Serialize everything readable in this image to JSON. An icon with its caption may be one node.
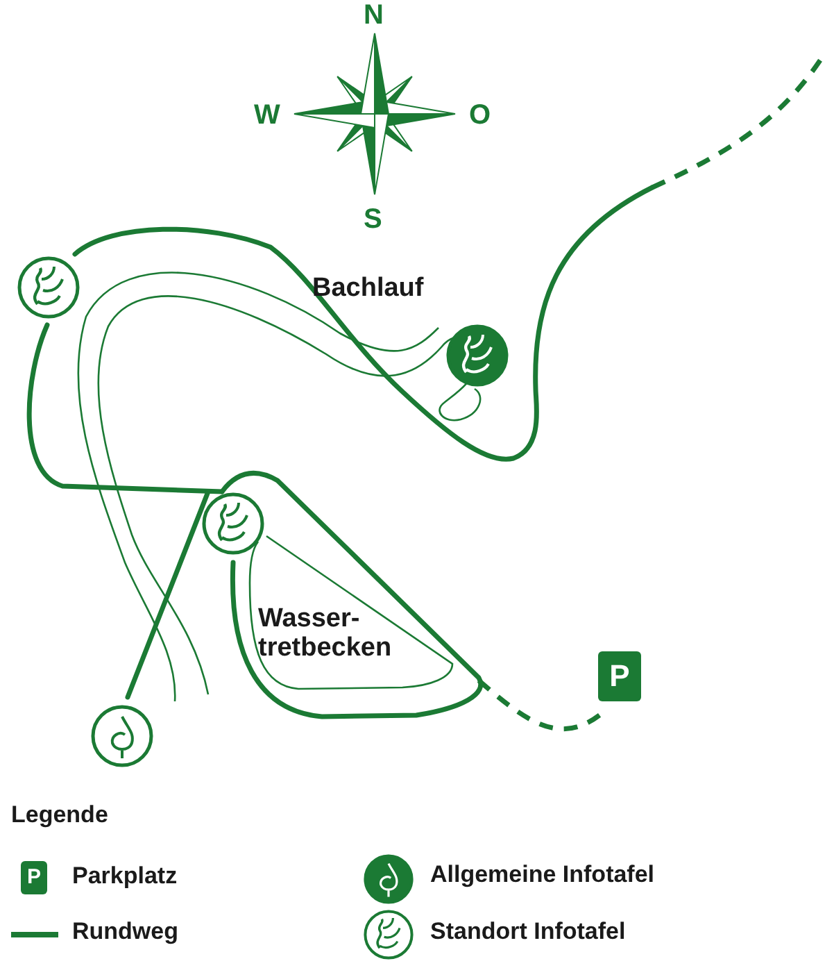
{
  "diagram": {
    "labels": [
      "N",
      "W",
      "O",
      "S",
      "Bachlauf",
      "Wasser- tretbecken",
      "P",
      "Legende",
      "P"
    ],
    "legend": [
      {
        "text": "Parkplatz"
      },
      {
        "text": "Allgemeine Infotafel"
      },
      {
        "text": "Rundweg"
      },
      {
        "text": "Standort Infotafel"
      }
    ]
  }
}
